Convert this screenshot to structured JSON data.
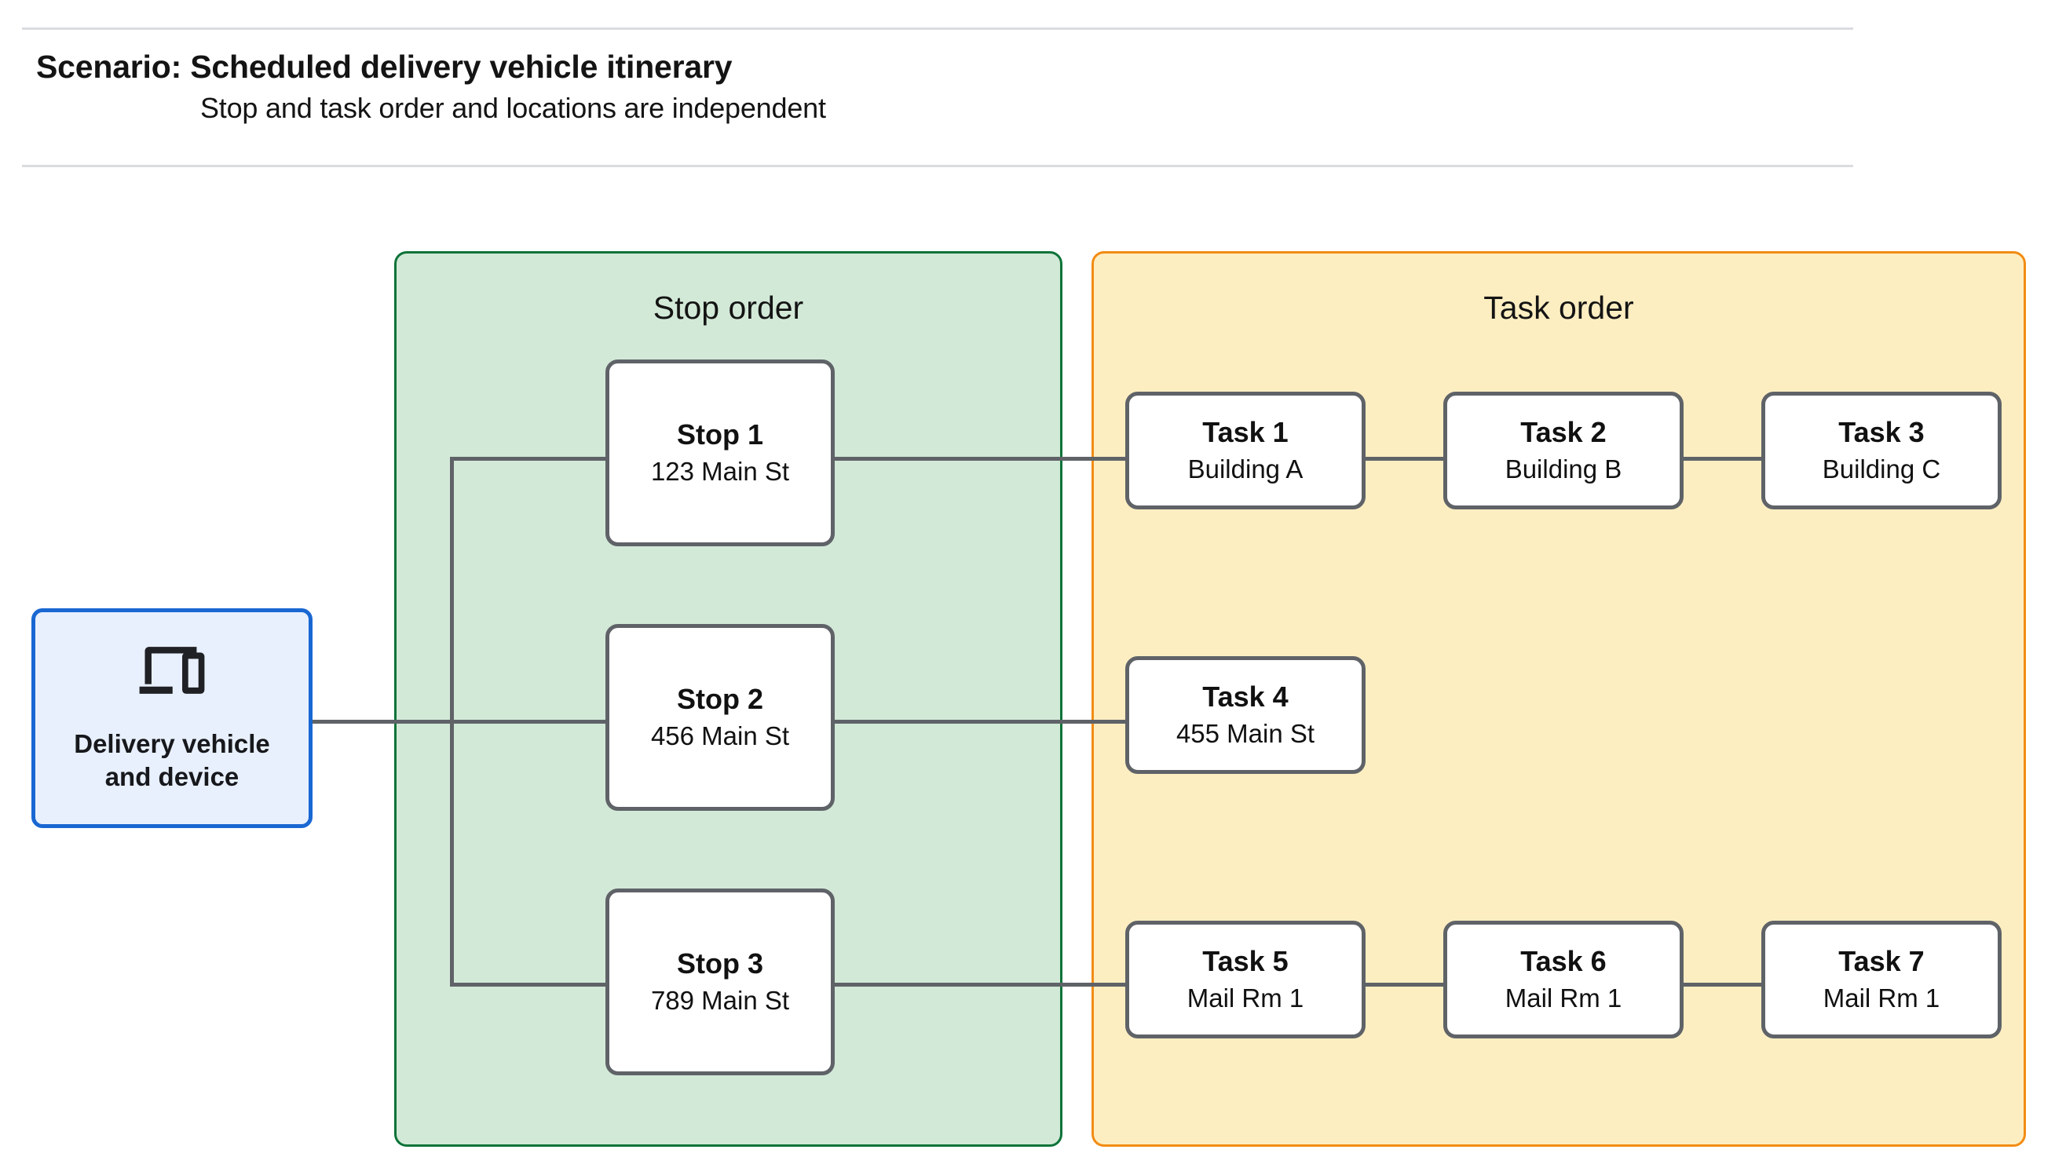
{
  "header": {
    "title": "Scenario: Scheduled delivery vehicle itinerary",
    "subtitle": "Stop and task order and locations are independent"
  },
  "source_node": {
    "icon": "devices-icon",
    "label": "Delivery vehicle\nand device",
    "border_color": "#1967d2",
    "fill_color": "#e8f0fe"
  },
  "panels": [
    {
      "id": "stop-order",
      "title": "Stop order",
      "fill_color": "#d2e9d7",
      "border_color": "#0c7338"
    },
    {
      "id": "task-order",
      "title": "Task order",
      "fill_color": "#fdeec2",
      "border_color": "#f28c13"
    }
  ],
  "stops": [
    {
      "title": "Stop 1",
      "location": "123 Main St"
    },
    {
      "title": "Stop 2",
      "location": "456 Main St"
    },
    {
      "title": "Stop 3",
      "location": "789 Main St"
    }
  ],
  "tasks": [
    {
      "title": "Task 1",
      "location": "Building A"
    },
    {
      "title": "Task 2",
      "location": "Building B"
    },
    {
      "title": "Task 3",
      "location": "Building C"
    },
    {
      "title": "Task 4",
      "location": "455 Main St"
    },
    {
      "title": "Task 5",
      "location": "Mail Rm 1"
    },
    {
      "title": "Task 6",
      "location": "Mail Rm 1"
    },
    {
      "title": "Task 7",
      "location": "Mail Rm 1"
    }
  ],
  "colors": {
    "connector": "#5f6368",
    "node_border": "#5f6368",
    "node_fill": "#ffffff",
    "rule": "#dadce0",
    "text": "#141414"
  }
}
